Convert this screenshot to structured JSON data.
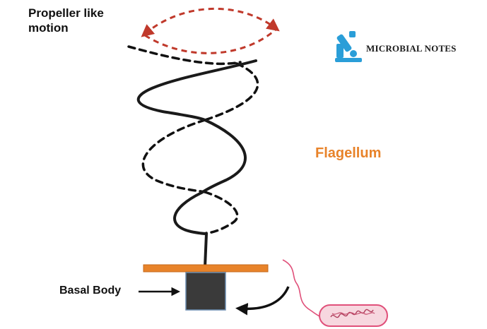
{
  "labels": {
    "motion": "Propeller like\nmotion",
    "flagellum": "Flagellum",
    "basal_body": "Basal Body"
  },
  "logo": {
    "text": "MICROBIAL NOTES",
    "icon": "microscope-icon"
  },
  "colors": {
    "motion_arrow": "#c0392b",
    "flagellum_label": "#e8832a",
    "membrane": "#e8832a",
    "basal_body": "#3a3a3a",
    "basal_border": "#6a8caf",
    "logo_blue": "#2a9ed8",
    "bacterium_outline": "#e0507a",
    "bacterium_fill": "#f7d7df"
  }
}
